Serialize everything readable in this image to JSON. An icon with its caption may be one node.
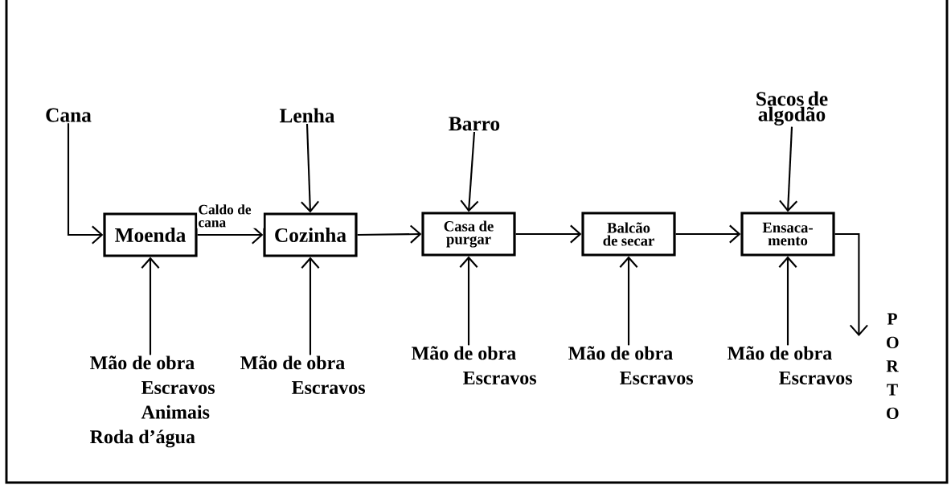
{
  "diagram": {
    "nodes": [
      {
        "text": [
          "Cana"
        ]
      },
      {
        "text": [
          "Lenha"
        ]
      },
      {
        "text": [
          "Barro"
        ]
      },
      {
        "text": [
          "Sacos de algodão"
        ]
      },
      {
        "text": [
          "Moenda"
        ]
      },
      {
        "text": [
          "Cozinha"
        ]
      },
      {
        "text": [
          "Casa de purgar"
        ]
      },
      {
        "text": [
          "Balcão de secar"
        ]
      },
      {
        "text": [
          "Ensaca- mento"
        ]
      },
      {
        "text": [
          "PORTO"
        ]
      },
      {
        "text": [
          "Mão de obra",
          "Escravos",
          "Animais",
          "Roda d’água"
        ]
      },
      {
        "text": [
          "Mão de obra",
          "Escravos"
        ]
      },
      {
        "text": [
          "Mão de obra",
          "Escravos"
        ]
      },
      {
        "text": [
          "Mão de obra",
          "Escravos"
        ]
      },
      {
        "text": [
          "Mão de obra",
          "Escravos"
        ]
      }
    ],
    "edges": [
      {
        "from": 0,
        "to": 4,
        "arrow": "to"
      },
      {
        "from": 4,
        "to": 5,
        "arrow": "to",
        "label": "Caldo de cana"
      },
      {
        "from": 1,
        "to": 5,
        "arrow": "to"
      },
      {
        "from": 5,
        "to": 6,
        "arrow": "to"
      },
      {
        "from": 2,
        "to": 6,
        "arrow": "to"
      },
      {
        "from": 6,
        "to": 7,
        "arrow": "to"
      },
      {
        "from": 7,
        "to": 8,
        "arrow": "to"
      },
      {
        "from": 3,
        "to": 8,
        "arrow": "to"
      },
      {
        "from": 8,
        "to": 9,
        "arrow": "to"
      },
      {
        "from": 10,
        "to": 4,
        "arrow": "to"
      },
      {
        "from": 11,
        "to": 5,
        "arrow": "to"
      },
      {
        "from": 12,
        "to": 6,
        "arrow": "to"
      },
      {
        "from": 13,
        "to": 7,
        "arrow": "to"
      },
      {
        "from": 14,
        "to": 8,
        "arrow": "to"
      }
    ]
  }
}
